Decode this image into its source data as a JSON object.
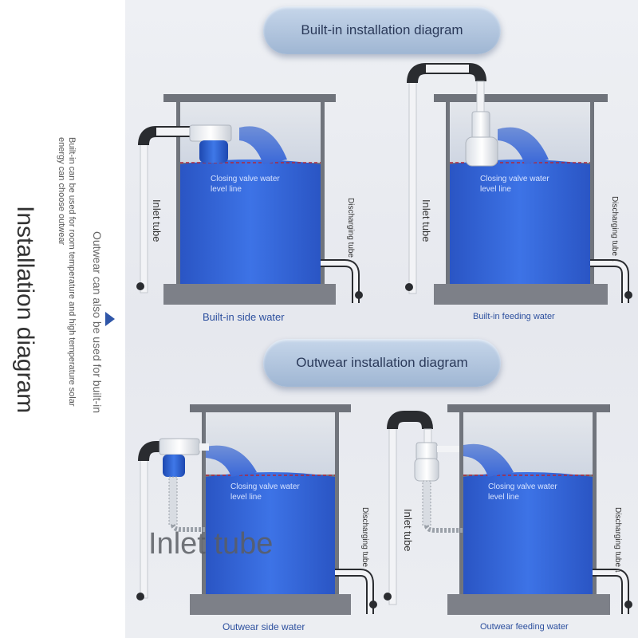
{
  "side": {
    "title": "Installation diagram",
    "subtitle": "Outwear can also be used for built-in",
    "note_line1": "Built-in can be used for room temperature and high temperature solar",
    "note_line2": "energy can choose outwear"
  },
  "sections": {
    "built_in": "Built-in installation diagram",
    "outwear": "Outwear installation diagram"
  },
  "panels": {
    "p1": {
      "caption": "Built-in side water",
      "level_line1": "Closing valve water",
      "level_line2": "level line",
      "inlet": "Inlet tube",
      "discharge": "Discharging tube"
    },
    "p2": {
      "caption": "Built-in feeding water",
      "level_line1": "Closing valve water",
      "level_line2": "level line",
      "inlet": "Inlet tube",
      "discharge": "Discharging tube ↓"
    },
    "p3": {
      "caption": "Outwear side water",
      "level_line1": "Closing valve water",
      "level_line2": "level line",
      "inlet": "Inlet tube",
      "discharge": "Discharging tube"
    },
    "p4": {
      "caption": "Outwear feeding water",
      "level_line1": "Closing valve water",
      "level_line2": "level line",
      "inlet": "Inlet tube",
      "discharge": "Discharging tube ↓"
    }
  },
  "colors": {
    "water": "#2f63d8",
    "tank": "#7d8088",
    "level_line": "#b0283a",
    "pipe": "#f2f3f6"
  }
}
